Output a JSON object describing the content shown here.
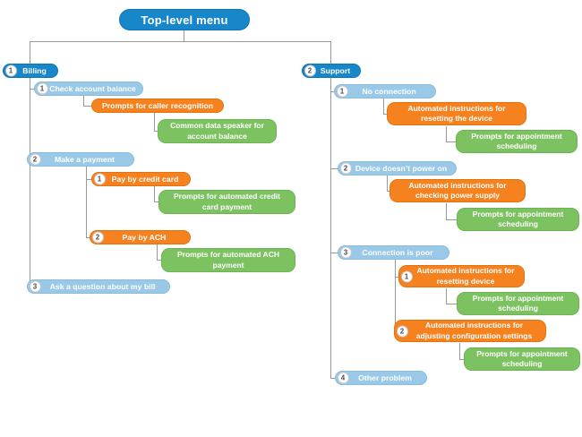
{
  "palette": {
    "menu_dark_blue": "#1787c9",
    "option_light_blue": "#99c9e6",
    "action_orange": "#f6821f",
    "prompt_green": "#7dc261",
    "connector_gray": "#999999",
    "badge_background": "#ffffff",
    "badge_border": "#c6c6c6",
    "badge_text": "#4c4c4c",
    "pill_text": "#ffffff"
  },
  "root": {
    "label": "Top-level menu"
  },
  "nodes": {
    "billing": {
      "badge": "1",
      "label": "Billing",
      "parent": "root",
      "type": "menu"
    },
    "check_balance": {
      "badge": "1",
      "label": "Check account balance",
      "parent": "billing",
      "type": "option"
    },
    "prompts_caller": {
      "label": "Prompts for caller recognition",
      "parent": "check_balance",
      "type": "action"
    },
    "common_data": {
      "label": "Common data speaker for\naccount balance",
      "parent": "prompts_caller",
      "type": "prompt"
    },
    "make_payment": {
      "badge": "2",
      "label": "Make a payment",
      "parent": "billing",
      "type": "option"
    },
    "pay_credit": {
      "badge": "1",
      "label": "Pay by credit card",
      "parent": "make_payment",
      "type": "action"
    },
    "prompts_credit": {
      "label": "Prompts for automated credit\ncard payment",
      "parent": "pay_credit",
      "type": "prompt"
    },
    "pay_ach": {
      "badge": "2",
      "label": "Pay by ACH",
      "parent": "make_payment",
      "type": "action"
    },
    "prompts_ach": {
      "label": "Prompts for automated ACH\npayment",
      "parent": "pay_ach",
      "type": "prompt"
    },
    "ask_question": {
      "badge": "3",
      "label": "Ask a question about my bill",
      "parent": "billing",
      "type": "option"
    },
    "support": {
      "badge": "2",
      "label": "Support",
      "parent": "root",
      "type": "menu"
    },
    "no_connection": {
      "badge": "1",
      "label": "No connection",
      "parent": "support",
      "type": "option"
    },
    "reset_device": {
      "label": "Automated instructions for\nresetting the device",
      "parent": "no_connection",
      "type": "action"
    },
    "appt_1": {
      "label": "Prompts for appointment\nscheduling",
      "parent": "reset_device",
      "type": "prompt"
    },
    "power_on": {
      "badge": "2",
      "label": "Device doesn’t power on",
      "parent": "support",
      "type": "option"
    },
    "power_supply": {
      "label": "Automated instructions for\nchecking power supply",
      "parent": "power_on",
      "type": "action"
    },
    "appt_2": {
      "label": "Prompts for appointment\nscheduling",
      "parent": "power_supply",
      "type": "prompt"
    },
    "connection_poor": {
      "badge": "3",
      "label": "Connection is poor",
      "parent": "support",
      "type": "option"
    },
    "reset_device_2": {
      "badge": "1",
      "label": "Automated instructions for\nresetting device",
      "parent": "connection_poor",
      "type": "action"
    },
    "appt_3": {
      "label": "Prompts for appointment\nscheduling",
      "parent": "reset_device_2",
      "type": "prompt"
    },
    "adjust_config": {
      "badge": "2",
      "label": "Automated instructions for\nadjusting configuration settings",
      "parent": "connection_poor",
      "type": "action"
    },
    "appt_4": {
      "label": "Prompts for appointment\nscheduling",
      "parent": "adjust_config",
      "type": "prompt"
    },
    "other_problem": {
      "badge": "4",
      "label": "Other problem",
      "parent": "support",
      "type": "option"
    }
  }
}
